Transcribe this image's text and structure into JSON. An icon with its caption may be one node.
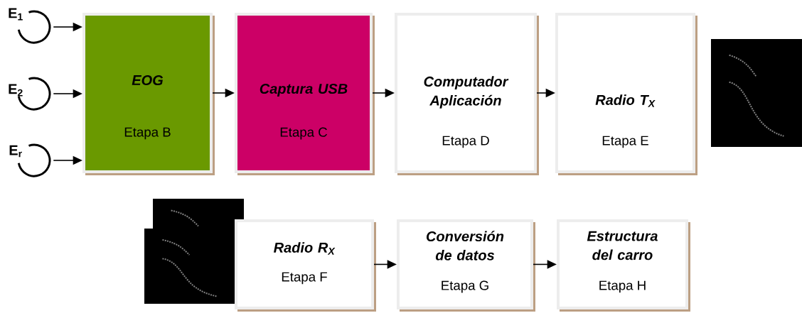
{
  "diagram": {
    "nodes": [
      {
        "text": [
          "E$_{1}$"
        ]
      },
      {
        "text": [
          "E$_{2}$"
        ]
      },
      {
        "text": [
          "E$_{r}$"
        ]
      },
      {
        "text": [
          "EOG",
          "Etapa B"
        ]
      },
      {
        "text": [
          "Captura USB",
          "Etapa C"
        ]
      },
      {
        "text": [
          "Computador Aplicación",
          "Etapa D"
        ]
      },
      {
        "text": [
          "Radio T$_{X}$",
          "Etapa E"
        ]
      },
      {
        "text": [
          "Radio R$_{X}$",
          "Etapa F"
        ]
      },
      {
        "text": [
          "Conversión de datos",
          "Etapa G"
        ]
      },
      {
        "text": [
          "Estructura del carro",
          "Etapa H"
        ]
      }
    ],
    "edges": [
      {
        "from": 0,
        "to": 3,
        "arrow": "to"
      },
      {
        "from": 1,
        "to": 3,
        "arrow": "to"
      },
      {
        "from": 2,
        "to": 3,
        "arrow": "to"
      },
      {
        "from": 3,
        "to": 4,
        "arrow": "to"
      },
      {
        "from": 4,
        "to": 5,
        "arrow": "to"
      },
      {
        "from": 5,
        "to": 6,
        "arrow": "to"
      },
      {
        "from": 7,
        "to": 8,
        "arrow": "to"
      },
      {
        "from": 8,
        "to": 9,
        "arrow": "to"
      }
    ]
  }
}
